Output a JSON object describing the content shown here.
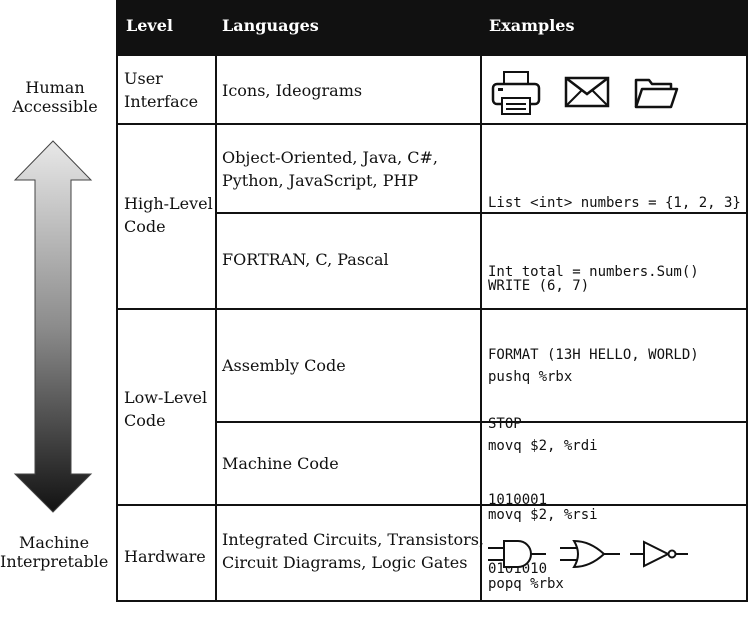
{
  "side": {
    "top_label_1": "Human",
    "top_label_2": "Accessible",
    "bottom_label_1": "Machine",
    "bottom_label_2": "Interpretable"
  },
  "header": {
    "level": "Level",
    "languages": "Languages",
    "examples": "Examples"
  },
  "rows": {
    "ui": {
      "level_1": "User",
      "level_2": "Interface",
      "languages": "Icons, Ideograms",
      "icons": [
        "printer-icon",
        "envelope-icon",
        "folder-icon"
      ]
    },
    "high": {
      "level_1": "High-Level",
      "level_2": "Code",
      "lang_a_1": "Object-Oriented, Java, C#,",
      "lang_a_2": "Python, JavaScript, PHP",
      "code_a_1": "List <int> numbers = {1, 2, 3}",
      "code_a_2": "Int total = numbers.Sum()",
      "lang_b": "FORTRAN, C, Pascal",
      "code_b_1": "WRITE (6, 7)",
      "code_b_2": "FORMAT (13H HELLO, WORLD)",
      "code_b_3": "STOP"
    },
    "low": {
      "level_1": "Low-Level",
      "level_2": "Code",
      "lang_a": "Assembly Code",
      "code_a_1": "pushq %rbx",
      "code_a_2": "movq $2, %rdi",
      "code_a_3": "movq $2, %rsi",
      "code_a_4": "popq %rbx",
      "lang_b": "Machine Code",
      "code_b_1": "1010001",
      "code_b_2": "0101010"
    },
    "hw": {
      "level": "Hardware",
      "lang_1": "Integrated Circuits, Transistors,",
      "lang_2": "Circuit Diagrams, Logic Gates",
      "icons": [
        "and-gate-icon",
        "or-gate-icon",
        "not-gate-icon"
      ]
    }
  },
  "colors": {
    "arrow_top": "#e6e6e6",
    "arrow_bottom": "#161616",
    "header_bg": "#111111"
  }
}
